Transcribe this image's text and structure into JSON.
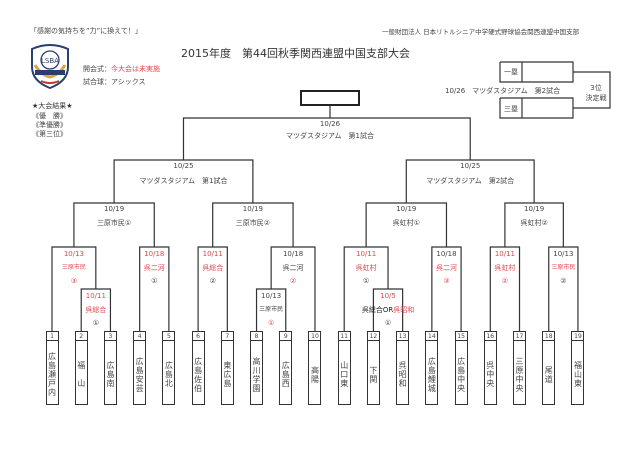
{
  "header": {
    "slogan": "「感謝の気持ちを”力”に換えて！」",
    "org": "一般財団法人 日本リトルシニア中学硬式野球協会関西連盟中国支部",
    "title": "2015年度　第44回秋季関西連盟中国支部大会",
    "logo_text": "LSBA",
    "opening_label": "開会式：",
    "opening_value": "今大会は未実施",
    "ball_label": "試合球：アシックス"
  },
  "results": {
    "heading": "★大会結果★",
    "champion": "《優　勝》",
    "runner_up": "《準優勝》",
    "third": "《第三位》"
  },
  "third_place": {
    "first_base": "一塁",
    "third_base": "三塁",
    "info": "10/26　マツダスタジアム　第2試合",
    "label1": "3位",
    "label2": "決定戦"
  },
  "colors": {
    "red": "#e0474c",
    "line": "#333333"
  },
  "final": {
    "date": "10/26",
    "venue": "マツダスタジアム　第1試合"
  },
  "semis": [
    {
      "date": "10/25",
      "venue": "マツダスタジアム　第1試合"
    },
    {
      "date": "10/25",
      "venue": "マツダスタジアム　第2試合"
    }
  ],
  "quarters": [
    {
      "date": "10/19",
      "venue": "三原市民①"
    },
    {
      "date": "10/19",
      "venue": "三原市民②"
    },
    {
      "date": "10/19",
      "venue": "呉虹村①"
    },
    {
      "date": "10/19",
      "venue": "呉虹村②"
    }
  ],
  "matches": [
    {
      "date": "10/13",
      "venue": "三原市民",
      "mark": "③",
      "red_date": true,
      "red_venue": true,
      "red_mark": true
    },
    {
      "date": "10/11",
      "venue": "呉総合",
      "mark": "①",
      "red_date": true,
      "red_venue": true,
      "red_mark": false
    },
    {
      "date": "10/18",
      "venue": "呉二河",
      "mark": "①",
      "red_date": true,
      "red_venue": true,
      "red_mark": false
    },
    {
      "date": "10/11",
      "venue": "呉総合",
      "mark": "②",
      "red_date": true,
      "red_venue": true,
      "red_mark": false
    },
    {
      "date": "10/18",
      "venue": "呉二河",
      "mark": "②",
      "red_date": false,
      "red_venue": false,
      "red_mark": true
    },
    {
      "date": "10/13",
      "venue": "三原市民",
      "mark": "①",
      "red_date": false,
      "red_venue": false,
      "red_mark": true
    },
    {
      "date": "10/11",
      "venue": "呉虹村",
      "mark": "①",
      "red_date": true,
      "red_venue": true,
      "red_mark": false
    },
    {
      "date": "10/5",
      "venue_a": "呉総合OR",
      "venue_b": "呉昭和",
      "mark": "①",
      "red_date": true
    },
    {
      "date": "10/18",
      "venue": "呉二河",
      "mark": "③",
      "red_date": false,
      "red_venue": true,
      "red_mark": true
    },
    {
      "date": "10/11",
      "venue": "呉虹村",
      "mark": "②",
      "red_date": true,
      "red_venue": true,
      "red_mark": true
    },
    {
      "date": "10/13",
      "venue": "三原市民",
      "mark": "②",
      "red_date": false,
      "red_venue": true,
      "red_mark": false
    }
  ],
  "teams": [
    {
      "no": "1",
      "name": "広島瀬戸内"
    },
    {
      "no": "2",
      "name": "福　山"
    },
    {
      "no": "3",
      "name": "広島南"
    },
    {
      "no": "4",
      "name": "広島安芸"
    },
    {
      "no": "5",
      "name": "広島北"
    },
    {
      "no": "6",
      "name": "広島佐伯"
    },
    {
      "no": "7",
      "name": "東広島"
    },
    {
      "no": "8",
      "name": "高川学園"
    },
    {
      "no": "9",
      "name": "広島西"
    },
    {
      "no": "10",
      "name": "高陽"
    },
    {
      "no": "11",
      "name": "山口東"
    },
    {
      "no": "12",
      "name": "下関"
    },
    {
      "no": "13",
      "name": "呉昭和"
    },
    {
      "no": "14",
      "name": "広島鯉城"
    },
    {
      "no": "15",
      "name": "広島中央"
    },
    {
      "no": "16",
      "name": "呉中央"
    },
    {
      "no": "17",
      "name": "三原中央"
    },
    {
      "no": "18",
      "name": "尾道"
    },
    {
      "no": "19",
      "name": "福山東"
    }
  ]
}
